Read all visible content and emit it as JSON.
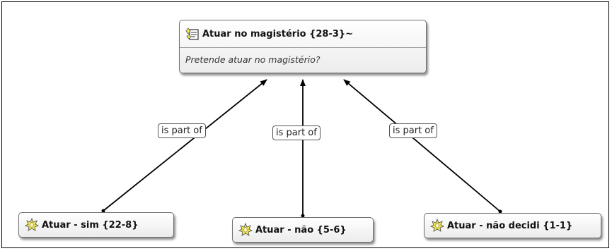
{
  "main_node": {
    "title": "Atuar no magistério {28-3}~",
    "comment": "Pretende atuar no magistério?",
    "icon": "memo-group-icon"
  },
  "child_nodes": [
    {
      "title": "Atuar - sim {22-8}",
      "icon": "code-star-icon"
    },
    {
      "title": "Atuar - não {5-6}",
      "icon": "code-star-icon"
    },
    {
      "title": "Atuar - não decidi {1-1}",
      "icon": "code-star-icon"
    }
  ],
  "edges": [
    {
      "label": "is part of",
      "from": "Atuar - sim {22-8}",
      "to": "Atuar no magistério {28-3}~"
    },
    {
      "label": "is part of",
      "from": "Atuar - não {5-6}",
      "to": "Atuar no magistério {28-3}~"
    },
    {
      "label": "is part of",
      "from": "Atuar - não decidi {1-1}",
      "to": "Atuar no magistério {28-3}~"
    }
  ],
  "colors": {
    "node_border": "#6f6f6f",
    "edge": "#000000",
    "icon_fill": "#f2e84a"
  }
}
